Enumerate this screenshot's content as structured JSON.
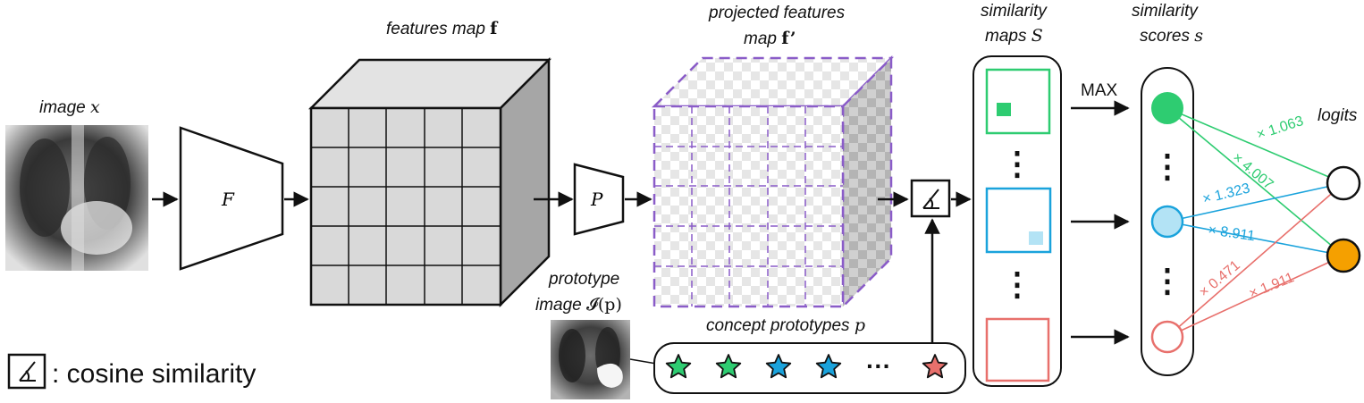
{
  "labels": {
    "image": "image ",
    "image_var": "x",
    "F": "F",
    "P": "P",
    "features_map": "features map ",
    "features_map_var": "f",
    "projected_line1": "projected features",
    "projected_line2": "map ",
    "projected_var": "f’",
    "similarity_maps_line1": "similarity",
    "similarity_maps_line2": "maps ",
    "similarity_maps_var": "S",
    "similarity_scores_line1": "similarity",
    "similarity_scores_line2": "scores ",
    "similarity_scores_var": "s",
    "max": "MAX",
    "logits": "logits",
    "prototype_line1": "prototype",
    "prototype_line2": "image ",
    "prototype_var": "𝓘(p)",
    "concept_prototypes": "concept prototypes ",
    "concept_prototypes_var": "p",
    "legend": ": cosine similarity",
    "ellipsis": "···",
    "vdots": "⋮"
  },
  "weights": [
    {
      "label": "× 1.063",
      "color": "#2ecc71"
    },
    {
      "label": "× 4.007",
      "color": "#2ecc71"
    },
    {
      "label": "× 1.323",
      "color": "#1a9ed9"
    },
    {
      "label": "× 8.911",
      "color": "#1a9ed9"
    },
    {
      "label": "× 0.471",
      "color": "#e8706c"
    },
    {
      "label": "× 1.911",
      "color": "#e8706c"
    }
  ],
  "colors": {
    "green": "#2ecc71",
    "blue": "#1aa3dc",
    "light_blue": "#b3e3f5",
    "red": "#e8706c",
    "orange": "#f5a000",
    "purple": "#8a5cc8",
    "cube_front": "#d9d9d9",
    "cube_top": "#e3e3e3",
    "cube_side": "#a6a6a6"
  }
}
